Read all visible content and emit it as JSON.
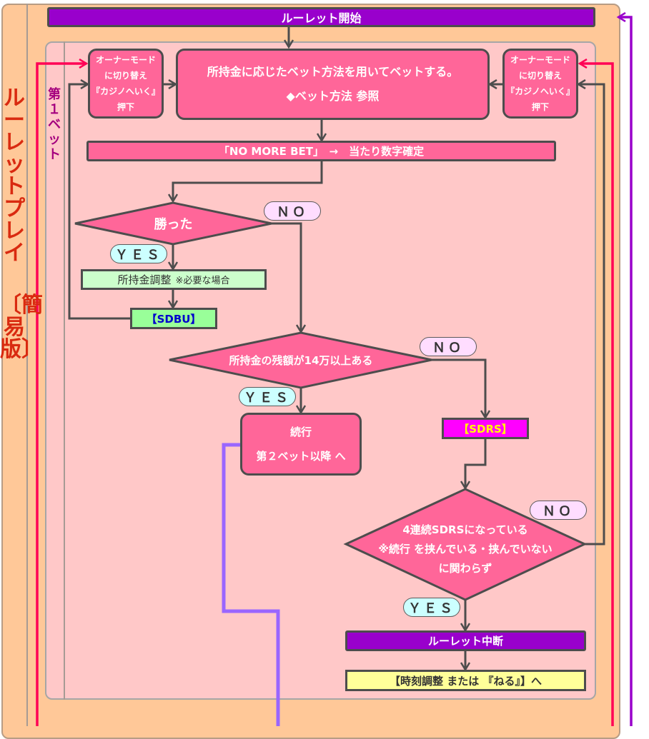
{
  "sidebar": {
    "title_main": "ルーレットプレイ",
    "title_sub": "〔簡易版〕",
    "section_label": "第１ベット"
  },
  "steps": {
    "start": "ルーレット開始",
    "owner_mode_left": [
      "オーナーモード",
      "に切り替え",
      "『カジノへいく』",
      "押下"
    ],
    "owner_mode_right": [
      "オーナーモード",
      "に切り替え",
      "『カジノへいく』",
      "押下"
    ],
    "bet_line1": "所持金に応じたベット方法を用いてベットする。",
    "bet_line2": "◆ベット方法 参照",
    "no_more_bet": "「NO MORE BET」　→　当たり数字確定",
    "win_question": "勝った",
    "adjust_money": "所持金調整",
    "adjust_note": "※必要な場合",
    "sdbu": "【SDBU】",
    "balance_question": "所持金の残額が14万以上ある",
    "continue_line1": "続行",
    "continue_line2": "第２ベット以降 へ",
    "sdrs": "【SDRS】",
    "streak_line1": "4連続SDRSになっている",
    "streak_line2": "※続行 を挟んでいる・挟んでいない",
    "streak_line3": "に関わらず",
    "roulette_stop": "ルーレット中断",
    "time_adjust": "【時刻調整 または 『ねる』】へ"
  },
  "labels": {
    "no": "ＮＯ",
    "yes": "ＹＥＳ"
  },
  "colors": {
    "background_outer": "#ffc898",
    "background_inner": "#ffc8c8",
    "pink_box": "#ff6699",
    "purple_bar": "#9900cc",
    "sdbu_green": "#99ff99",
    "sdbu_text": "#0000cc",
    "sdrs_magenta": "#ff00ff",
    "sdrs_text": "#ffff00",
    "adjust_green": "#ccffcc",
    "time_yellow": "#ffff99",
    "arrow_red": "#ff0055",
    "arrow_purple": "#9966ff",
    "arrow_dark_purple": "#9900cc"
  }
}
